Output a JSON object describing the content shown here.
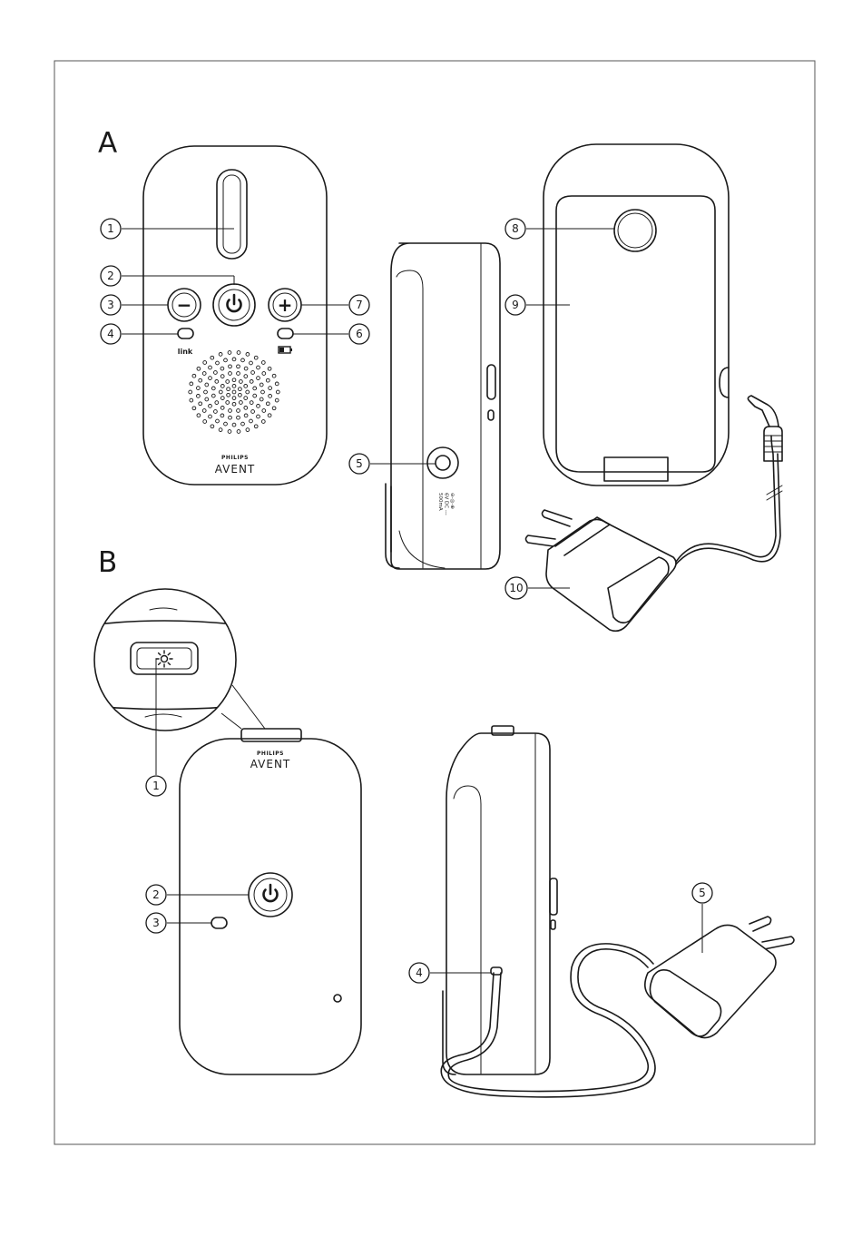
{
  "sections": {
    "a": "A",
    "b": "B"
  },
  "parent_unit": {
    "brand_top": "PHILIPS",
    "brand_main": "AVENT",
    "link_label": "link",
    "minus_glyph": "−",
    "plus_glyph": "+",
    "side_marking": [
      "⊖-◎-⊕",
      "6V DC ---",
      "500mA"
    ]
  },
  "baby_unit": {
    "brand_top": "PHILIPS",
    "brand_main": "AVENT"
  },
  "callouts_a": [
    {
      "id": "a1",
      "number": "1"
    },
    {
      "id": "a2",
      "number": "2"
    },
    {
      "id": "a3",
      "number": "3"
    },
    {
      "id": "a4",
      "number": "4"
    },
    {
      "id": "a5",
      "number": "5"
    },
    {
      "id": "a6",
      "number": "6"
    },
    {
      "id": "a7",
      "number": "7"
    },
    {
      "id": "a8",
      "number": "8"
    },
    {
      "id": "a9",
      "number": "9"
    },
    {
      "id": "a10",
      "number": "10"
    }
  ],
  "callouts_b": [
    {
      "id": "b1",
      "number": "1"
    },
    {
      "id": "b2",
      "number": "2"
    },
    {
      "id": "b3",
      "number": "3"
    },
    {
      "id": "b4",
      "number": "4"
    },
    {
      "id": "b5",
      "number": "5"
    }
  ],
  "icons": {
    "power": "power-icon",
    "minus": "minus-icon",
    "plus": "plus-icon",
    "battery": "battery-icon",
    "nightlight": "sun-icon",
    "speaker": "speaker-grille"
  }
}
